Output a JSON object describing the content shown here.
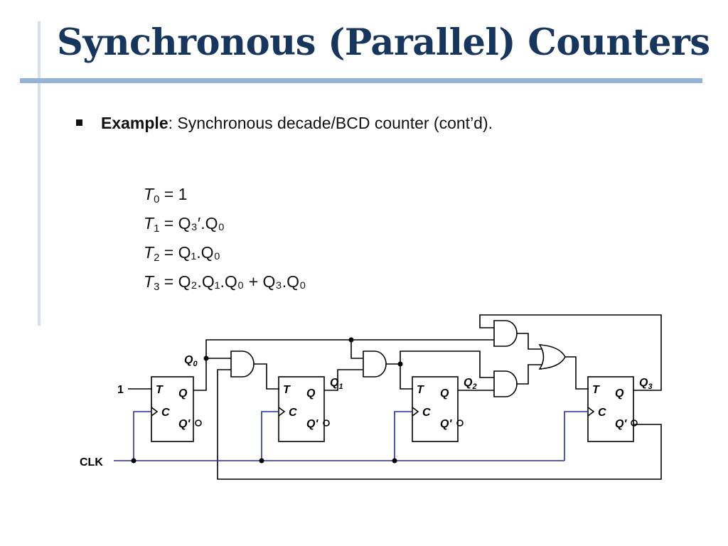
{
  "slide": {
    "title": "Synchronous (Parallel) Counters",
    "bullet": {
      "label": "Example",
      "text": ": Synchronous decade/BCD counter (cont’d)."
    }
  },
  "equations": [
    {
      "lhs": "T",
      "lhs_sub": "0",
      "rhs": "= 1"
    },
    {
      "lhs": "T",
      "lhs_sub": "1",
      "rhs": "= Q₃′.Q₀"
    },
    {
      "lhs": "T",
      "lhs_sub": "2",
      "rhs": "= Q₁.Q₀"
    },
    {
      "lhs": "T",
      "lhs_sub": "3",
      "rhs": "= Q₂.Q₁.Q₀ + Q₃.Q₀"
    }
  ],
  "circuit": {
    "input_one": "1",
    "clock": "CLK",
    "flipflops": [
      {
        "t": "T",
        "c": "C",
        "q": "Q",
        "qn": "Q'",
        "output": "Q",
        "output_sub": "0"
      },
      {
        "t": "T",
        "c": "C",
        "q": "Q",
        "qn": "Q'",
        "output": "Q",
        "output_sub": "1"
      },
      {
        "t": "T",
        "c": "C",
        "q": "Q",
        "qn": "Q'",
        "output": "Q",
        "output_sub": "2"
      },
      {
        "t": "T",
        "c": "C",
        "q": "Q",
        "qn": "Q'",
        "output": "Q",
        "output_sub": "3"
      }
    ],
    "colors": {
      "wire": "#000000",
      "clock_wire": "#1f2fa8",
      "title": "#17365d",
      "title_rule": "#95b3d7"
    }
  }
}
